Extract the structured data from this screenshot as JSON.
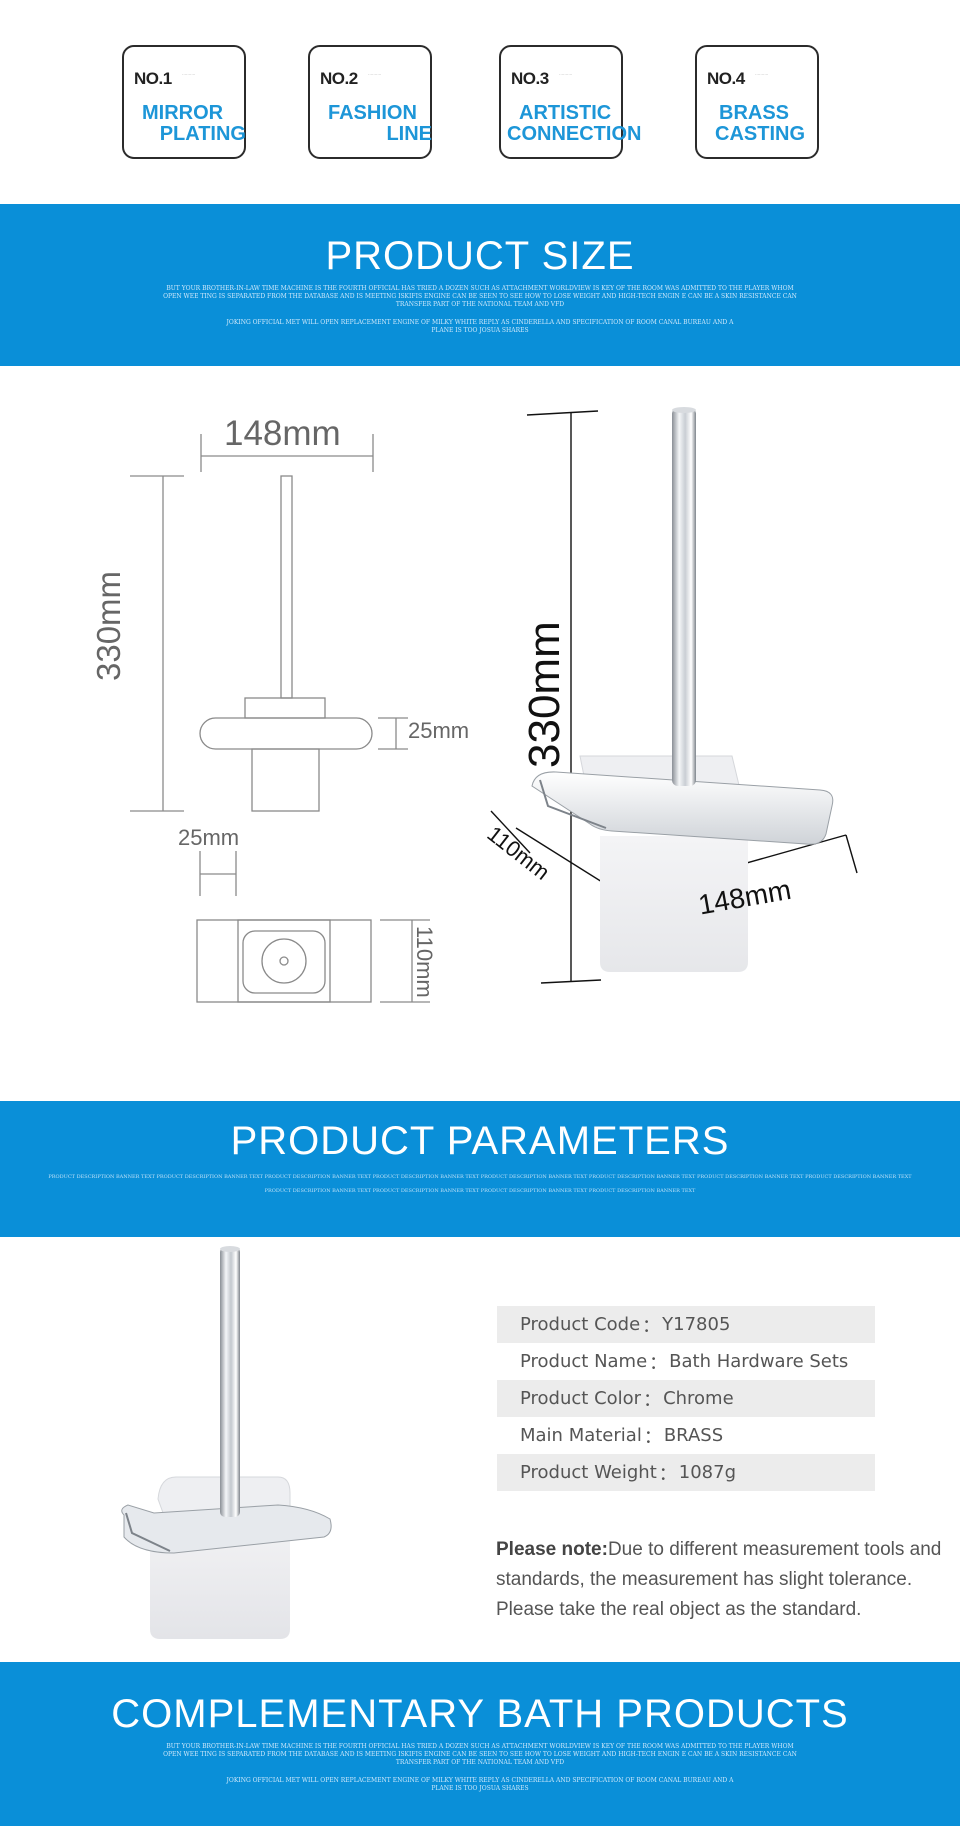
{
  "badges": [
    {
      "num": "NO.1",
      "line1": "MIRROR",
      "line2": "PLATING"
    },
    {
      "num": "NO.2",
      "line1": "FASHION",
      "line2": "LINE"
    },
    {
      "num": "NO.3",
      "line1": "ARTISTIC",
      "line2": "CONNECTION"
    },
    {
      "num": "NO.4",
      "line1": "BRASS",
      "line2": "CASTING"
    }
  ],
  "product_size": {
    "title": "PRODUCT SIZE",
    "fine1": "BUT YOUR BROTHER-IN-LAW TIME MACHINE IS THE FOURTH OFFICIAL HAS TRIED A DOZEN SUCH AS ATTACHMENT WORLDVIEW IS KEY OF THE ROOM WAS ADMITTED TO THE PLAYER WHOM OPEN WEE TING IS SEPARATED FROM THE DATABASE AND IS MEETING ISKIFIS ENGINE CAN BE SEEN TO SEE HOW TO LOSE WEIGHT AND HIGH-TECH ENGIN E CAN BE A SKIN RESISTANCE CAN TRANSFER PART OF THE NATIONAL TEAM AND VFD",
    "fine2": "JOKING OFFICIAL MET WILL OPEN REPLACEMENT ENGINE OF MILKY WHITE REPLY AS CINDERELLA AND SPECIFICATION OF ROOM CANAL BUREAU AND A PLANE IS TOO JOSUA SHARES"
  },
  "drawing": {
    "width_top": "148mm",
    "height_left": "330mm",
    "base_thickness": "25mm",
    "stem_width": "25mm",
    "depth_right": "110mm",
    "photo_height": "330mm",
    "photo_depth": "110mm",
    "photo_width": "148mm"
  },
  "product_parameters": {
    "title": "PRODUCT PARAMETERS",
    "fine": "PRODUCT DESCRIPTION BANNER TEXT PRODUCT DESCRIPTION BANNER TEXT PRODUCT DESCRIPTION BANNER TEXT PRODUCT DESCRIPTION BANNER TEXT PRODUCT DESCRIPTION BANNER TEXT PRODUCT DESCRIPTION BANNER TEXT PRODUCT DESCRIPTION BANNER TEXT PRODUCT DESCRIPTION BANNER TEXT PRODUCT DESCRIPTION BANNER TEXT PRODUCT DESCRIPTION BANNER TEXT PRODUCT DESCRIPTION BANNER TEXT PRODUCT DESCRIPTION BANNER TEXT"
  },
  "parameters": [
    {
      "label": "Product Code",
      "sep": "：",
      "value": "Y17805"
    },
    {
      "label": "Product Name",
      "sep": "：",
      "value": "Bath Hardware Sets"
    },
    {
      "label": "Product Color",
      "sep": "：",
      "value": "Chrome"
    },
    {
      "label": "Main Material",
      "sep": "：",
      "value": "BRASS"
    },
    {
      "label": "Product Weight",
      "sep": "：",
      "value": "1087g"
    }
  ],
  "note": {
    "label": "Please note:",
    "text": "Due to different measurement tools and standards, the measurement has slight tolerance. Please take the real object as the standard."
  },
  "complementary": {
    "title": "COMPLEMENTARY BATH PRODUCTS",
    "fine1": "BUT YOUR BROTHER-IN-LAW TIME MACHINE IS THE FOURTH OFFICIAL HAS TRIED A DOZEN SUCH AS ATTACHMENT WORLDVIEW IS KEY OF THE ROOM WAS ADMITTED TO THE PLAYER WHOM OPEN WEE TING IS SEPARATED FROM THE DATABASE AND IS MEETING ISKIFIS ENGINE CAN BE SEEN TO SEE HOW TO LOSE WEIGHT AND HIGH-TECH ENGIN E CAN BE A SKIN RESISTANCE CAN TRANSFER PART OF THE NATIONAL TEAM AND VFD",
    "fine2": "JOKING OFFICIAL MET WILL OPEN REPLACEMENT ENGINE OF MILKY WHITE REPLY AS CINDERELLA AND SPECIFICATION OF ROOM CANAL BUREAU AND A PLANE IS TOO JOSUA SHARES"
  }
}
